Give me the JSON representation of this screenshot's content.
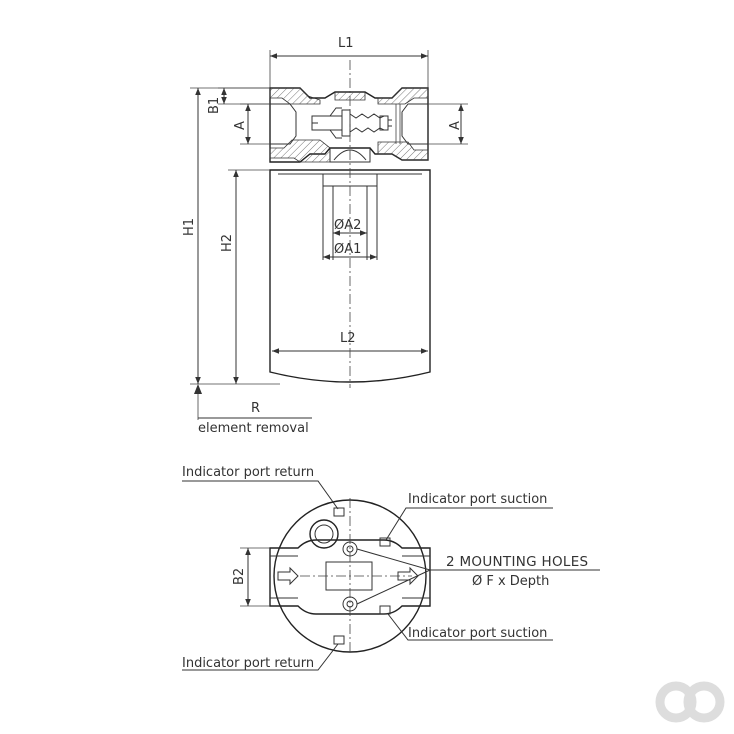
{
  "side_view": {
    "labels": {
      "L1": "L1",
      "B1": "B1",
      "A_left": "A",
      "A_right": "A",
      "H1": "H1",
      "H2": "H2",
      "A2": "ØA2",
      "A1": "ØA1",
      "L2": "L2",
      "R": "R",
      "element_removal": "element removal"
    }
  },
  "top_view": {
    "labels": {
      "B2": "B2",
      "indicator_port_return_top": "Indicator port return",
      "indicator_port_suction_top": "Indicator port suction",
      "mounting_holes": "2 MOUNTING HOLES",
      "mounting_holes_spec": "Ø F x Depth",
      "indicator_port_suction_bottom": "Indicator port suction",
      "indicator_port_return_bottom": "Indicator port return"
    }
  },
  "colors": {
    "line": "#333333",
    "logo": "#dddddd"
  }
}
